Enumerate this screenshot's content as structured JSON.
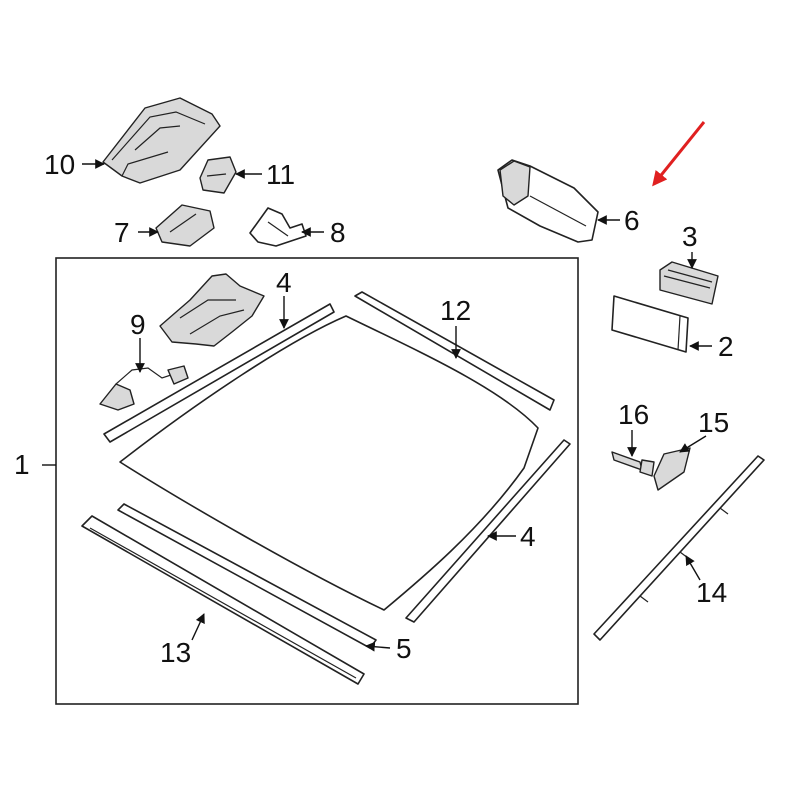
{
  "callouts": {
    "c1": "1",
    "c2": "2",
    "c3": "3",
    "c4a": "4",
    "c4b": "4",
    "c5": "5",
    "c6": "6",
    "c7": "7",
    "c8": "8",
    "c9": "9",
    "c10": "10",
    "c11": "11",
    "c12": "12",
    "c13": "13",
    "c14": "14",
    "c15": "15",
    "c16": "16"
  },
  "colors": {
    "line": "#222222",
    "fill": "#d9d9d9",
    "highlight_arrow": "#e02020"
  },
  "icons": {
    "pointer": "red-arrow-icon"
  }
}
